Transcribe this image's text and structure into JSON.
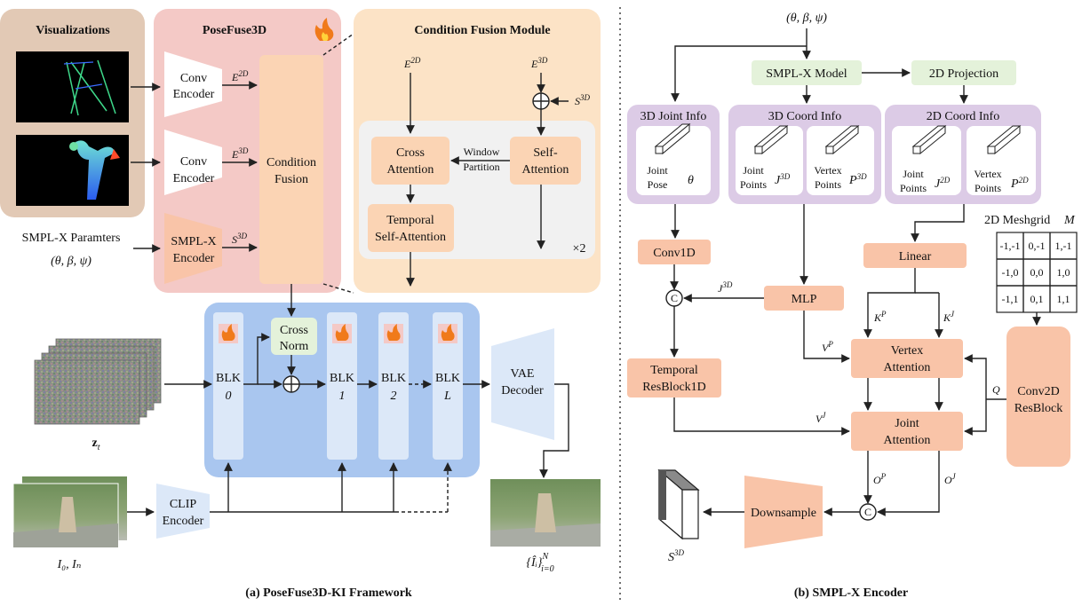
{
  "panel_a": {
    "caption": "(a) PoseFuse3D-KI Framework",
    "visualizations_title": "Visualizations",
    "posefuse_title": "PoseFuse3D",
    "smplx_params_label": "SMPL-X Paramters",
    "smplx_params_symbols": "(θ, β, ψ)",
    "conv_encoder_1": [
      "Conv",
      "Encoder"
    ],
    "conv_encoder_2": [
      "Conv",
      "Encoder"
    ],
    "smplx_encoder": [
      "SMPL-X",
      "Encoder"
    ],
    "e2d": "E",
    "e2d_sup": "2D",
    "e3d": "E",
    "e3d_sup": "3D",
    "s3d": "S",
    "s3d_sup": "3D",
    "condition_fusion": [
      "Condition",
      "Fusion"
    ],
    "cfm_title": "Condition Fusion Module",
    "cfm_e2d": "E",
    "cfm_e2d_sup": "2D",
    "cfm_e3d": "E",
    "cfm_e3d_sup": "3D",
    "cfm_s3d": "S",
    "cfm_s3d_sup": "3D",
    "cross_attention": [
      "Cross",
      "Attention"
    ],
    "window_partition": [
      "Window",
      "Partition"
    ],
    "self_attention": [
      "Self-",
      "Attention"
    ],
    "temporal_self_attention": [
      "Temporal",
      "Self-Attention"
    ],
    "times_two": "×2",
    "cross_norm": [
      "Cross",
      "Norm"
    ],
    "blk0": [
      "BLK",
      "0"
    ],
    "blk1": [
      "BLK",
      "1"
    ],
    "blk2": [
      "BLK",
      "2"
    ],
    "blkL": [
      "BLK",
      "L"
    ],
    "vae_decoder": [
      "VAE",
      "Decoder"
    ],
    "clip_encoder": [
      "CLIP",
      "Encoder"
    ],
    "zt": "z",
    "zt_sub": "t",
    "inputs_label": "I₀, Iₙ",
    "outputs_label": "{Îᵢ}",
    "outputs_sup": "N",
    "outputs_sub": "i=0"
  },
  "panel_b": {
    "caption": "(b) SMPL-X Encoder",
    "input_symbols": "(θ, β, ψ)",
    "smplx_model": "SMPL-X Model",
    "projection_2d": "2D Projection",
    "joint_info_3d": "3D Joint Info",
    "coord_info_3d": "3D Coord Info",
    "coord_info_2d": "2D Coord Info",
    "joint_pose": [
      "Joint",
      "Pose"
    ],
    "theta": "θ",
    "joint_points_3d": [
      "Joint",
      "Points"
    ],
    "j3d": "J",
    "j3d_sup": "3D",
    "vertex_points_3d": [
      "Vertex",
      "Points"
    ],
    "p3d": "P",
    "p3d_sup": "3D",
    "joint_points_2d": [
      "Joint",
      "Points"
    ],
    "j2d": "J",
    "j2d_sup": "2D",
    "vertex_points_2d": [
      "Vertex",
      "Points"
    ],
    "p2d": "P",
    "p2d_sup": "2D",
    "meshgrid_title": "2D Meshgrid",
    "meshgrid_symbol": "M",
    "meshgrid_cells": [
      [
        "-1,-1",
        "0,-1",
        "1,-1"
      ],
      [
        "-1,0",
        "0,0",
        "1,0"
      ],
      [
        "-1,1",
        "0,1",
        "1,1"
      ]
    ],
    "conv1d": "Conv1D",
    "linear": "Linear",
    "mlp": "MLP",
    "concat": "C",
    "concat2": "C",
    "j3d_edge": "J",
    "j3d_edge_sup": "3D",
    "temporal_resblock": [
      "Temporal",
      "ResBlock1D"
    ],
    "vertex_attention": [
      "Vertex",
      "Attention"
    ],
    "joint_attention": [
      "Joint",
      "Attention"
    ],
    "conv2d_resblock": [
      "Conv2D",
      "ResBlock"
    ],
    "kp": "K",
    "kp_sup": "P",
    "kj": "K",
    "kj_sup": "J",
    "vp": "V",
    "vp_sup": "P",
    "vj": "V",
    "vj_sup": "J",
    "q": "Q",
    "op": "O",
    "op_sup": "P",
    "oj": "O",
    "oj_sup": "J",
    "downsample": "Downsample",
    "s3d_out": "S",
    "s3d_out_sup": "3D"
  },
  "colors": {
    "viz_bg": "#e2c9b5",
    "posefuse_bg": "#f4c9c6",
    "cfm_bg": "#fce3c6",
    "inner_gray": "#f1f1f1",
    "orange_box": "#fbd4b4",
    "blue_panel": "#a9c6ef",
    "blk_column": "#dce8f8",
    "green_box": "#e4f2da",
    "salmon_box": "#f9c4a8",
    "purple_box": "#dccbe6",
    "white_box": "#ffffff"
  }
}
